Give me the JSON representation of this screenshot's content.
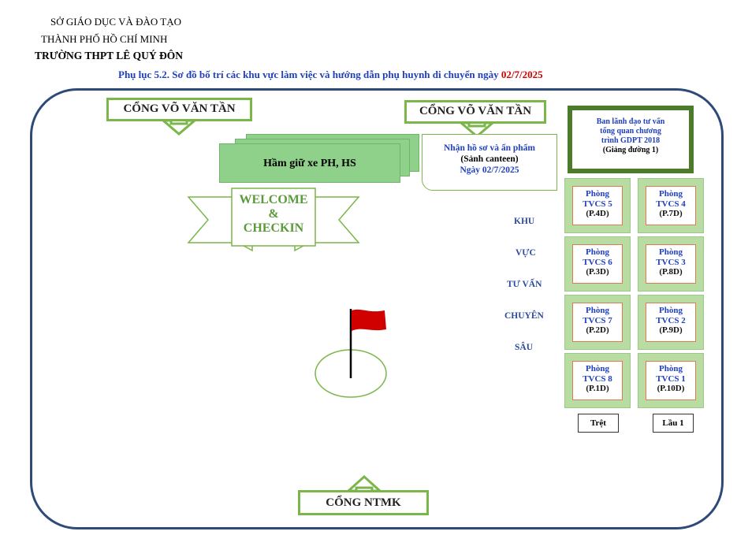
{
  "header": {
    "line1": "SỞ GIÁO DỤC VÀ ĐÀO TẠO",
    "line2": "THÀNH PHỐ HỒ CHÍ MINH",
    "line3": "TRƯỜNG THPT LÊ QUÝ ĐÔN"
  },
  "title": {
    "text": "Phụ lục 5.2. Sơ đồ bố trí các khu vực làm việc và hướng dẫn phụ huynh di chuyển ngày ",
    "date": "02/7/2025"
  },
  "gates": {
    "gate_left": "CỔNG VÕ VĂN TẦN",
    "gate_right": "CỔNG VÕ VĂN TẦN",
    "gate_bottom": "CỔNG NTMK"
  },
  "parking": "Hầm giữ xe PH, HS",
  "intake": {
    "line1": "Nhận hồ sơ và ấn phẩm",
    "line2": "(Sảnh canteen)",
    "line3": "Ngày 02/7/2025"
  },
  "leader": {
    "line1": "Ban lãnh đạo tư vấn",
    "line2": "tổng quan chương",
    "line3": "trình GDPT 2018",
    "line4": "(Giảng đường 1)"
  },
  "welcome": {
    "line1": "WELCOME",
    "line2": "&",
    "line3": "CHECKIN"
  },
  "zone_labels": [
    "KHU",
    "VỰC",
    "TƯ VẤN",
    "CHUYÊN",
    "SÂU"
  ],
  "rooms": [
    {
      "name": "Phòng",
      "id": "TVCS 5",
      "code": "(P.4D)"
    },
    {
      "name": "Phòng",
      "id": "TVCS 4",
      "code": "(P.7D)"
    },
    {
      "name": "Phòng",
      "id": "TVCS 6",
      "code": "(P.3D)"
    },
    {
      "name": "Phòng",
      "id": "TVCS 3",
      "code": "(P.8D)"
    },
    {
      "name": "Phòng",
      "id": "TVCS 7",
      "code": "(P.2D)"
    },
    {
      "name": "Phòng",
      "id": "TVCS 2",
      "code": "(P.9D)"
    },
    {
      "name": "Phòng",
      "id": "TVCS 8",
      "code": "(P.1D)"
    },
    {
      "name": "Phòng",
      "id": "TVCS 1",
      "code": "(P.10D)"
    }
  ],
  "floors": {
    "ground": "Trệt",
    "first": "Lầu 1"
  },
  "colors": {
    "campus_border": "#2e4a78",
    "gate_green": "#7ab648",
    "parking_green": "#8fd08a",
    "leader_border": "#4e7a2c",
    "room_green": "#b9dca2",
    "title_blue": "#1f3fbf",
    "date_red": "#cc0000",
    "flag_red": "#d00000"
  }
}
